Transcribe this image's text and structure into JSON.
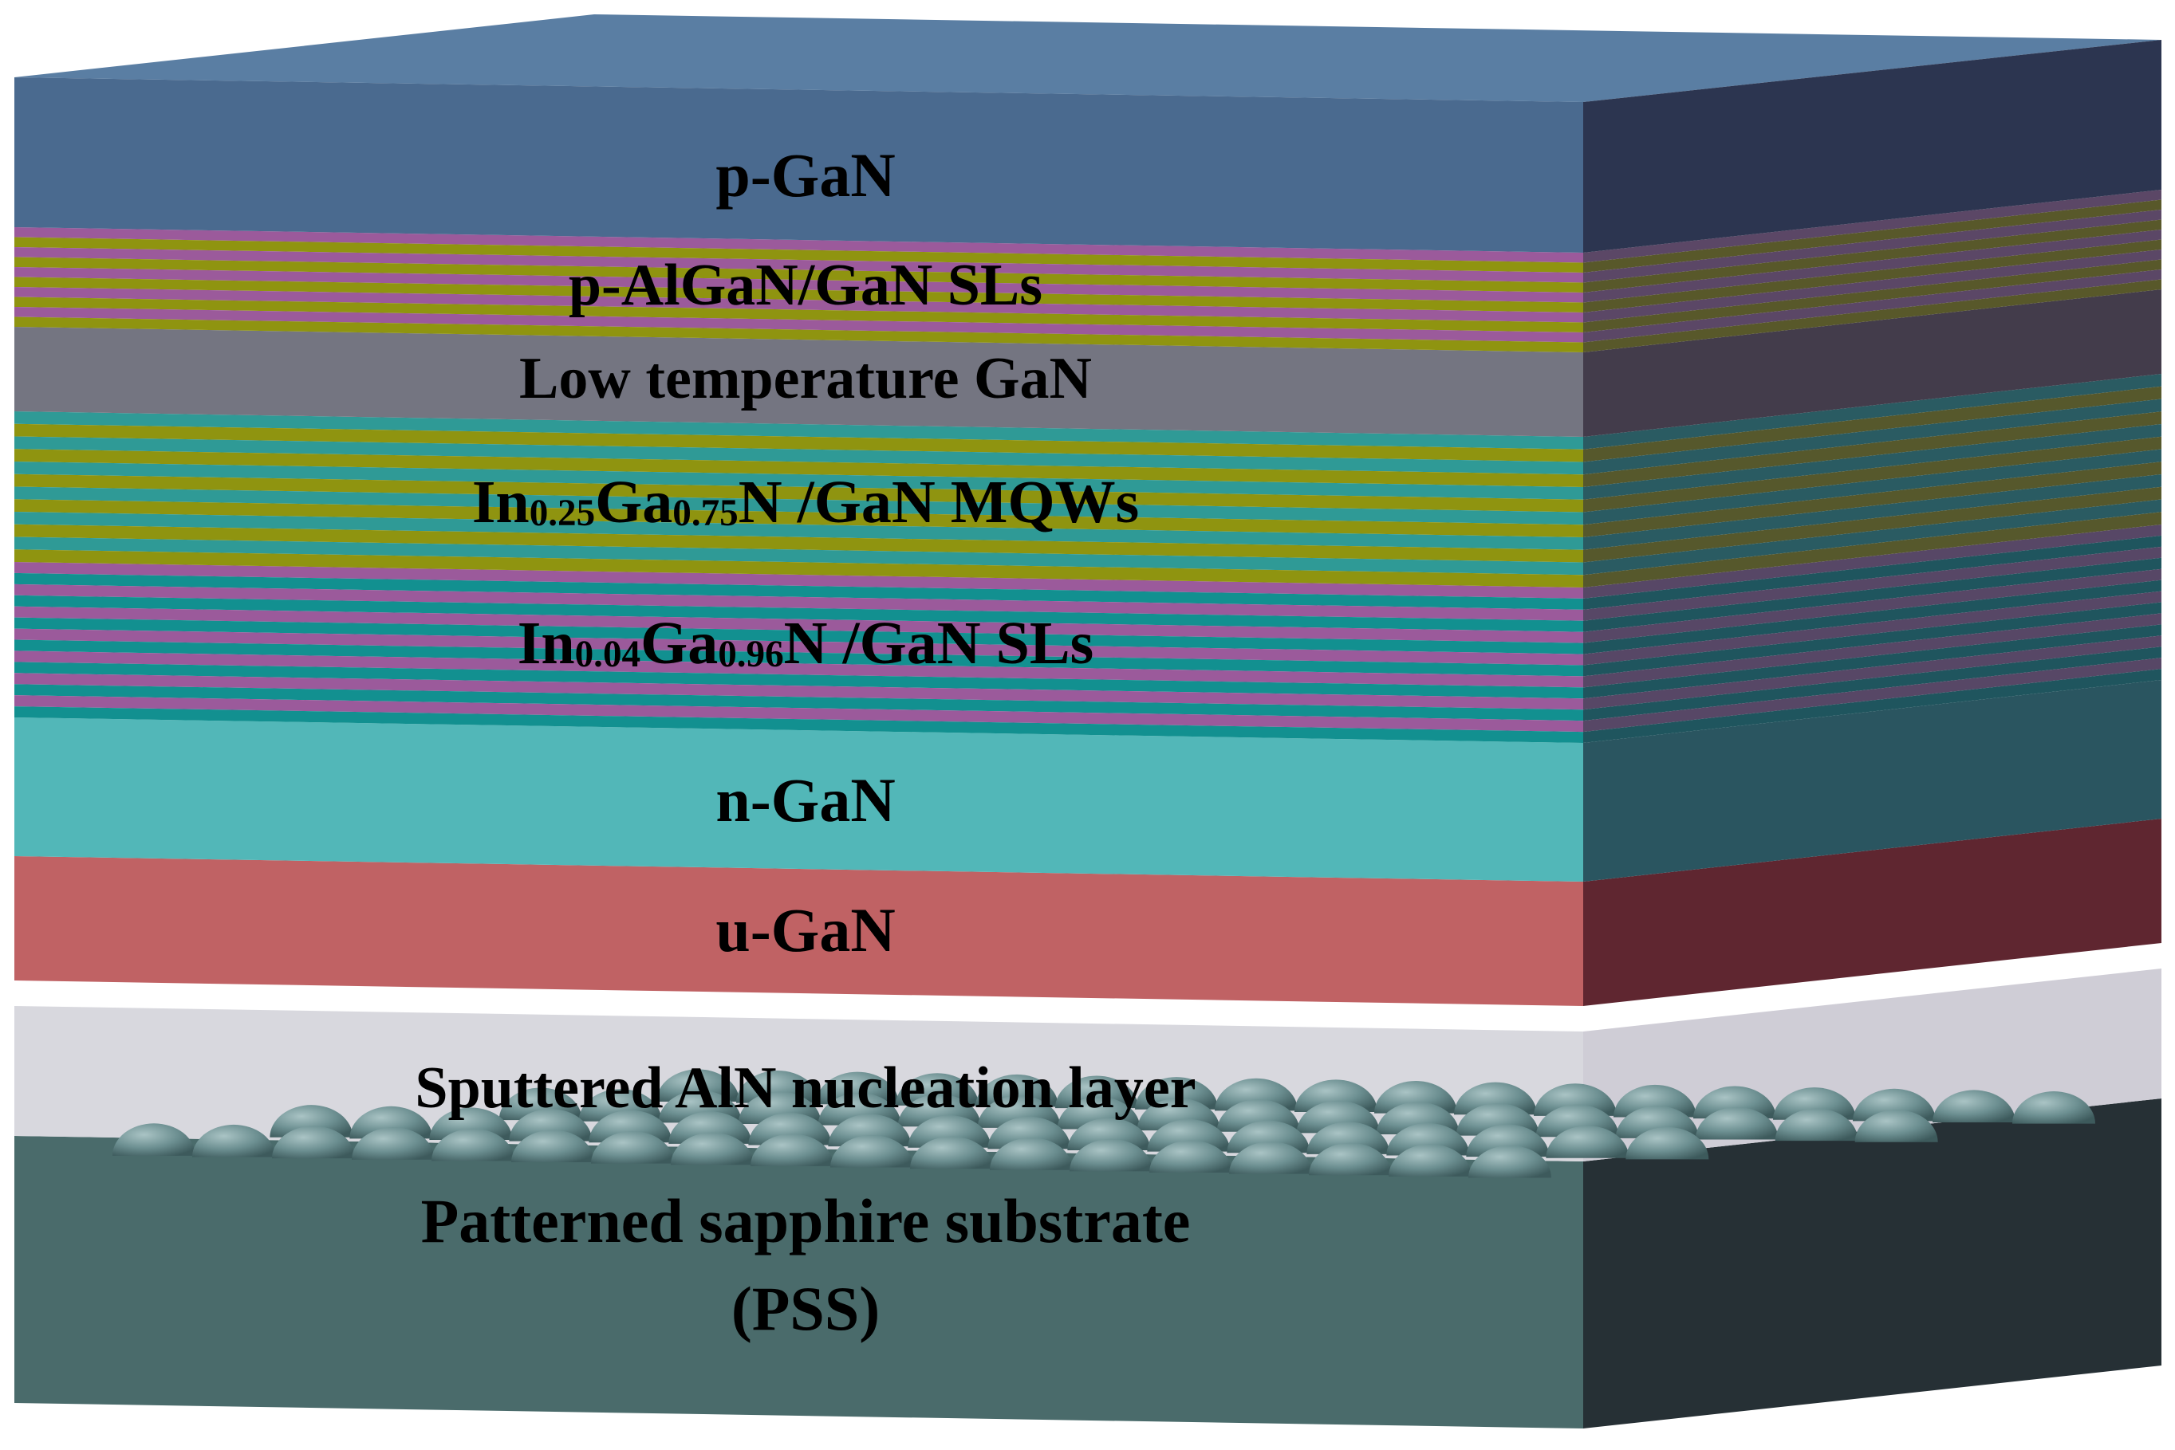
{
  "diagram": {
    "layers": [
      {
        "id": "p-gan",
        "label": "p-GaN",
        "front_color": "#4a6a8f",
        "side_color": "#2c3550"
      },
      {
        "id": "p-algan-sls",
        "label": "p-AlGaN/GaN SLs",
        "stripe_colors": [
          "#9b5a9b",
          "#8f9410"
        ],
        "side_stripe_colors": [
          "#5b4766",
          "#58582a"
        ]
      },
      {
        "id": "lt-gan",
        "label": "Low temperature GaN",
        "front_color": "#747581",
        "side_color": "#433c4b"
      },
      {
        "id": "mqws",
        "label_parts": [
          {
            "text": "In",
            "sub": false
          },
          {
            "text": "0.25",
            "sub": true
          },
          {
            "text": "Ga",
            "sub": false
          },
          {
            "text": "0.75",
            "sub": true
          },
          {
            "text": "N /GaN MQWs",
            "sub": false
          }
        ],
        "stripe_colors": [
          "#2f9a96",
          "#8f9410"
        ],
        "side_stripe_colors": [
          "#2a5b62",
          "#56582c"
        ]
      },
      {
        "id": "ingan-sls",
        "label_parts": [
          {
            "text": "In",
            "sub": false
          },
          {
            "text": "0.04",
            "sub": true
          },
          {
            "text": "Ga",
            "sub": false
          },
          {
            "text": "0.96",
            "sub": true
          },
          {
            "text": "N /GaN SLs",
            "sub": false
          }
        ],
        "stripe_colors": [
          "#9b5a9b",
          "#129090"
        ],
        "side_stripe_colors": [
          "#574766",
          "#1f555e"
        ]
      },
      {
        "id": "n-gan",
        "label": "n-GaN",
        "front_color": "#52b7b8",
        "side_color": "#2a5560"
      },
      {
        "id": "u-gan",
        "label": "u-GaN",
        "front_color": "#c06264",
        "side_color": "#5f2630"
      },
      {
        "id": "aln",
        "label": "Sputtered AlN nucleation layer",
        "front_color": "#d8d8de",
        "side_color": "#cfcdd6",
        "dome_color": "#6c8f91"
      },
      {
        "id": "pss",
        "label_lines": [
          "Patterned sapphire substrate",
          "(PSS)"
        ],
        "front_color": "#4a6b6b",
        "side_color": "#263035"
      }
    ]
  }
}
